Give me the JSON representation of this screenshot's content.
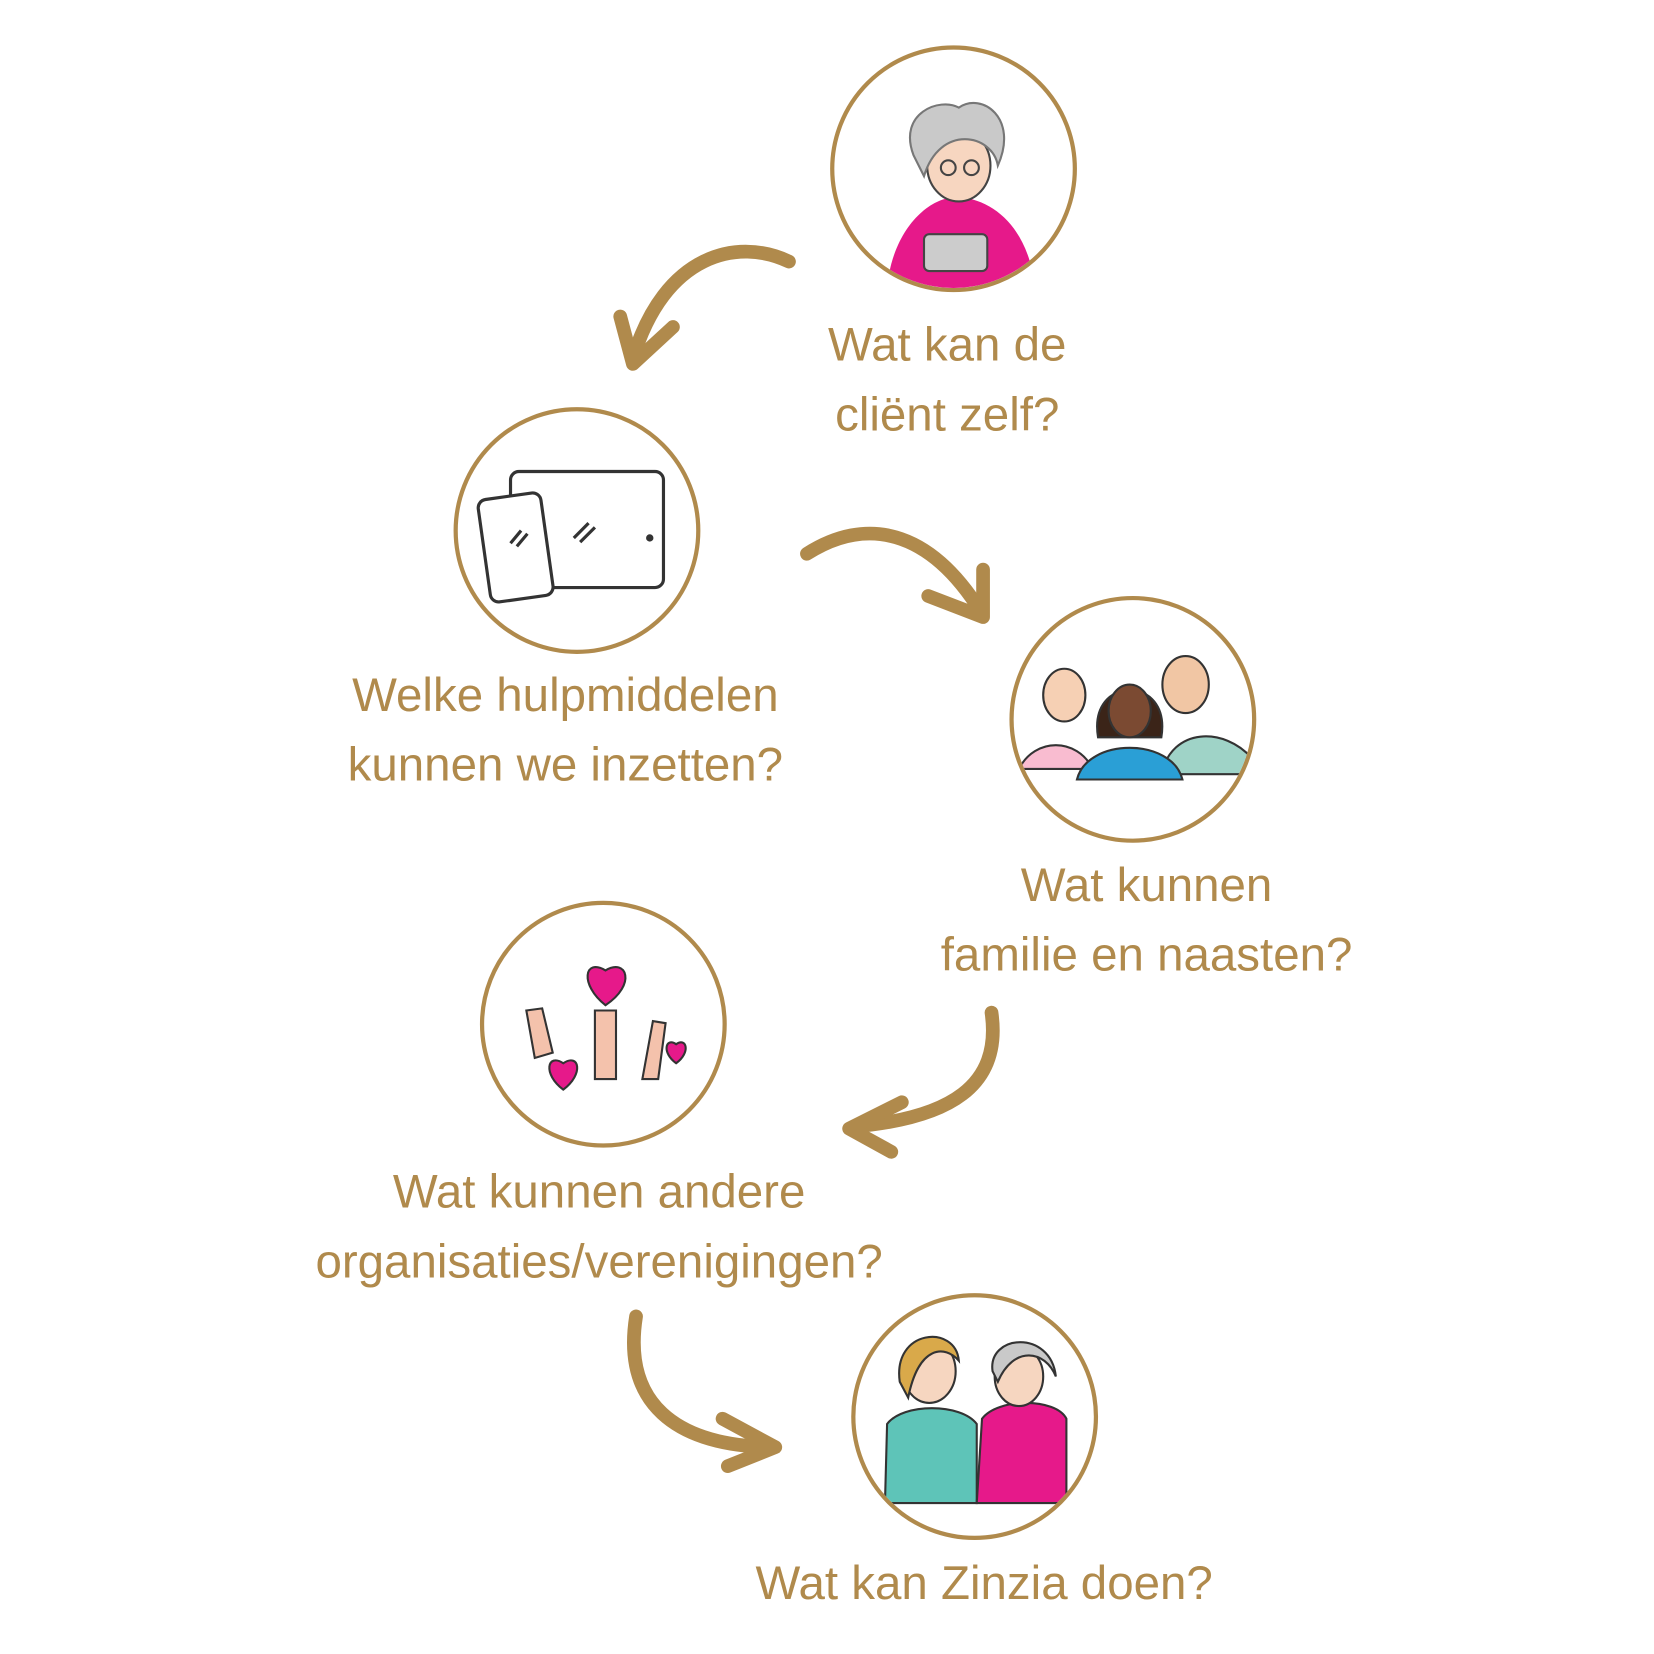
{
  "accent_color": "#b08a4c",
  "steps": [
    {
      "line1": "Wat kan de",
      "line2": "cliënt zelf?",
      "icon": "elderly-woman-icon"
    },
    {
      "line1": "Welke hulpmiddelen",
      "line2": "kunnen we inzetten?",
      "icon": "phone-tablet-icon"
    },
    {
      "line1": "Wat kunnen",
      "line2": "familie en naasten?",
      "icon": "family-group-icon"
    },
    {
      "line1": "Wat kunnen andere",
      "line2": "organisaties/verenigingen?",
      "icon": "hands-hearts-icon"
    },
    {
      "line1": "Wat kan Zinzia doen?",
      "icon": "caregiver-and-client-icon"
    }
  ]
}
